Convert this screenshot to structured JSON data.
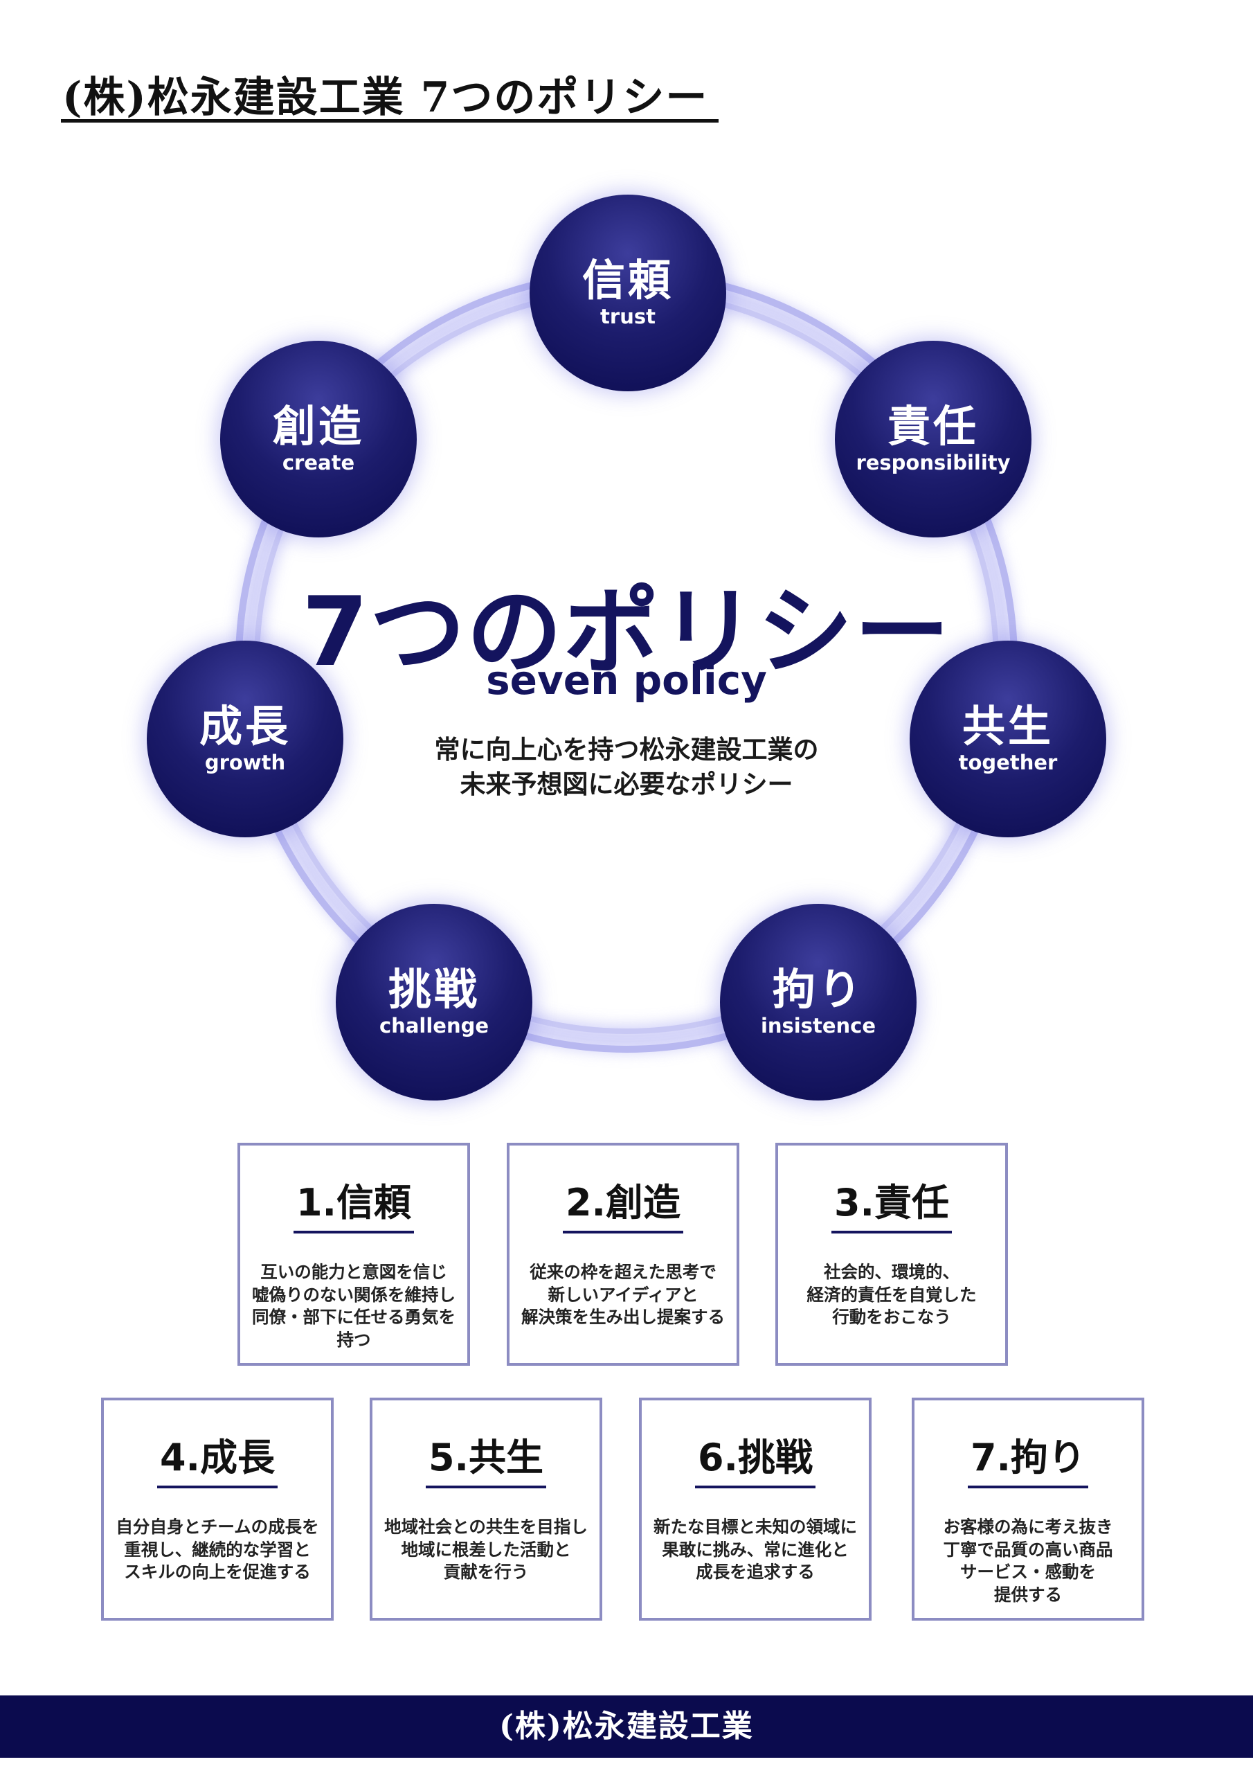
{
  "header": {
    "title": "(株)松永建設工業 7つのポリシー"
  },
  "diagram": {
    "title": "7つのポリシー",
    "subtitle": "seven policy",
    "description_line1": "常に向上心を持つ松永建設工業の",
    "description_line2": "未来予想図に必要なポリシー",
    "nodes": [
      {
        "jp": "信頼",
        "en": "trust"
      },
      {
        "jp": "責任",
        "en": "responsibility"
      },
      {
        "jp": "共生",
        "en": "together"
      },
      {
        "jp": "拘り",
        "en": "insistence"
      },
      {
        "jp": "挑戦",
        "en": "challenge"
      },
      {
        "jp": "成長",
        "en": "growth"
      },
      {
        "jp": "創造",
        "en": "create"
      }
    ],
    "colors": {
      "circle_fill": "#1c1c6c",
      "ring": "#b8b8f0",
      "accent": "#14145e"
    }
  },
  "cards": [
    {
      "title": "1.信頼",
      "lines": [
        "互いの能力と意図を信じ",
        "嘘偽りのない関係を維持し",
        "同僚・部下に任せる勇気を",
        "持つ"
      ]
    },
    {
      "title": "2.創造",
      "lines": [
        "従来の枠を超えた思考で",
        "新しいアイディアと",
        "解決策を生み出し提案する"
      ]
    },
    {
      "title": "3.責任",
      "lines": [
        "社会的、環境的、",
        "経済的責任を自覚した",
        "行動をおこなう"
      ]
    },
    {
      "title": "4.成長",
      "lines": [
        "自分自身とチームの成長を",
        "重視し、継続的な学習と",
        "スキルの向上を促進する"
      ]
    },
    {
      "title": "5.共生",
      "lines": [
        "地域社会との共生を目指し",
        "地域に根差した活動と",
        "貢献を行う"
      ]
    },
    {
      "title": "6.挑戦",
      "lines": [
        "新たな目標と未知の領域に",
        "果敢に挑み、常に進化と",
        "成長を追求する"
      ]
    },
    {
      "title": "7.拘り",
      "lines": [
        "お客様の為に考え抜き",
        "丁寧で品質の高い商品",
        "サービス・感動を",
        "提供する"
      ]
    }
  ],
  "footer": {
    "company": "(株)松永建設工業"
  }
}
